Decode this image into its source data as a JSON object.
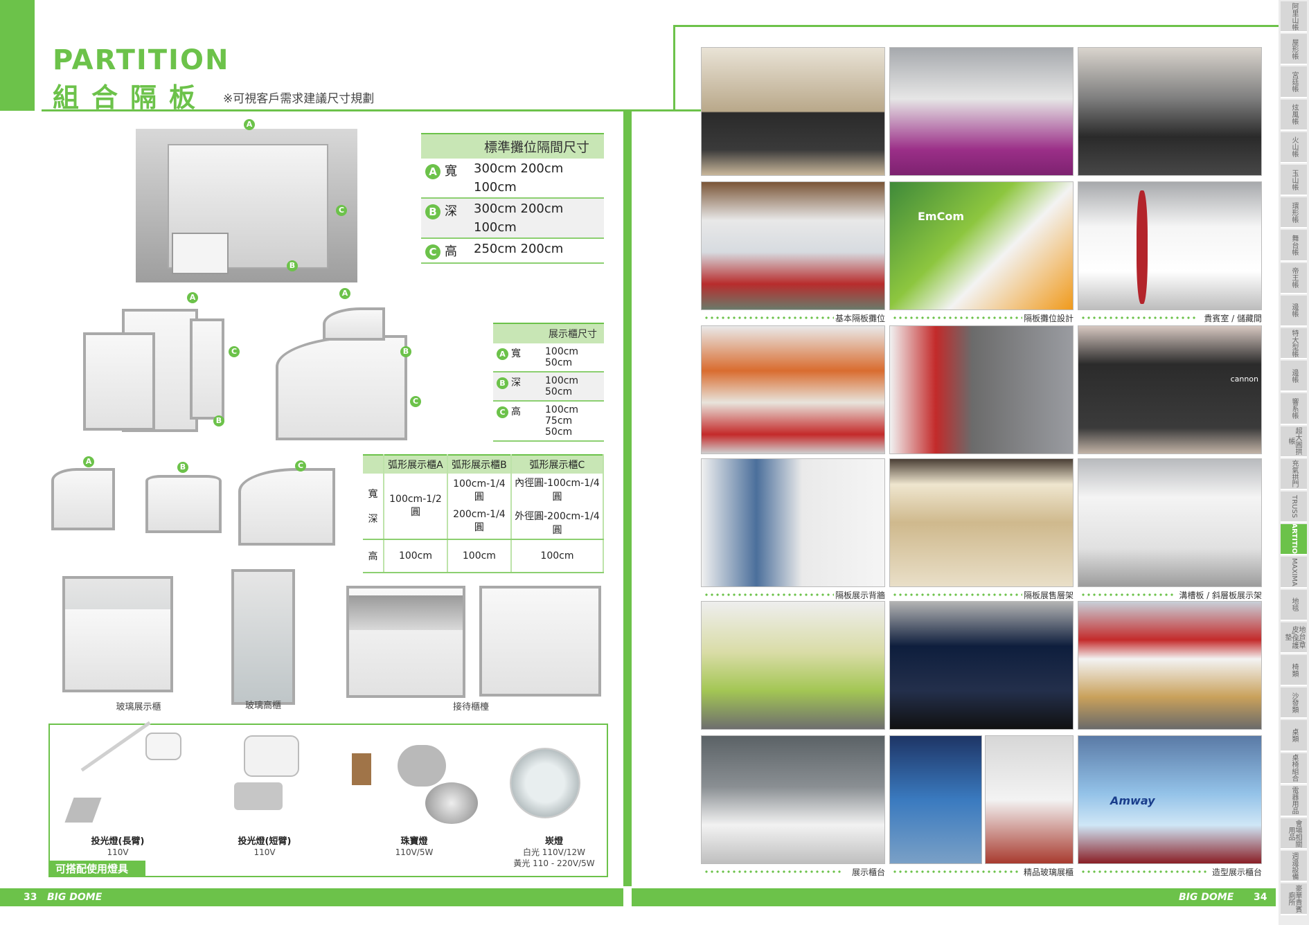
{
  "left_page": {
    "title_en": "PARTITION",
    "title_zh": "組合隔板",
    "title_note": "※可視客戶需求建議尺寸規劃",
    "booth_markers": [
      "A",
      "B",
      "C"
    ],
    "std_table": {
      "header": "標準攤位隔間尺寸",
      "rows": [
        {
          "mark": "A",
          "key": "寬",
          "line1": "300cm  200cm",
          "line2": "100cm"
        },
        {
          "mark": "B",
          "key": "深",
          "line1": "300cm  200cm",
          "line2": "100cm"
        },
        {
          "mark": "C",
          "key": "高",
          "line1": "250cm  200cm",
          "line2": ""
        }
      ]
    },
    "display_table": {
      "header": "展示櫃尺寸",
      "rows": [
        {
          "mark": "A",
          "key": "寬",
          "line1": "100cm  50cm",
          "line2": ""
        },
        {
          "mark": "B",
          "key": "深",
          "line1": "100cm  50cm",
          "line2": ""
        },
        {
          "mark": "C",
          "key": "高",
          "line1": "100cm  75cm",
          "line2": "50cm"
        }
      ]
    },
    "arc_table": {
      "headers": [
        "",
        "弧形展示櫃A",
        "弧形展示櫃B",
        "弧形展示櫃C"
      ],
      "key_wd": "寬",
      "key_d": "深",
      "key_h": "高",
      "a_wd": "100cm-1/2圓",
      "b_w": "100cm-1/4圓",
      "b_d": "200cm-1/4圓",
      "c_w": "內徑圓-100cm-1/4圓",
      "c_d": "外徑圓-200cm-1/4圓",
      "a_h": "100cm",
      "b_h": "100cm",
      "c_h": "100cm"
    },
    "products": {
      "glass_display": "玻璃展示櫃",
      "glass_tall": "玻璃高櫃",
      "reception": "接待櫃檯"
    },
    "lights_tag": "可搭配使用燈具",
    "lights": [
      {
        "name": "投光燈(長臂)",
        "spec1": "110V",
        "spec2": ""
      },
      {
        "name": "投光燈(短臂)",
        "spec1": "110V",
        "spec2": ""
      },
      {
        "name": "珠寶燈",
        "spec1": "110V/5W",
        "spec2": ""
      },
      {
        "name": "崁燈",
        "spec1": "白光 110V/12W",
        "spec2": "黃光 110 - 220V/5W"
      }
    ],
    "page_num": "33",
    "brand": "BIG DOME"
  },
  "right_page": {
    "captions": {
      "row2_col1": "基本隔板攤位",
      "row2_col2": "隔板攤位設計",
      "row2_col3": "貴賓室 / 儲藏間",
      "row4_col1": "隔板展示背牆",
      "row4_col2": "隔板展售層架",
      "row4_col3": "溝槽板 / 斜層板展示架",
      "row6_col1": "展示櫃台",
      "row6_col2": "精品玻璃展櫃",
      "row6_col3": "造型展示櫃台"
    },
    "photo_texts": {
      "emcom": "EmCom",
      "cannon": "cannon",
      "amway": "Amway"
    },
    "page_num": "34",
    "brand": "BIG DOME"
  },
  "sidebar_tabs": [
    "阿里山帳",
    "屋形帳",
    "宮廷帳",
    "炫風帳",
    "火山帳",
    "玉山帳",
    "環形帳",
    "舞台帳",
    "帝王帳",
    "邊帳",
    "特大型帳",
    "邊帳",
    "響系帳",
    "超大圓拱帳",
    "充氣拱門",
    "TRUSS",
    "PARTITION",
    "MAXIMA",
    "地毯",
    "地台/草皮/保護墊",
    "椅類",
    "沙發類",
    "桌類",
    "桌椅組合",
    "電器用品",
    "會場相關用品",
    "週邊設備",
    "豪華貴賓廁所"
  ],
  "colors": {
    "accent": "#6cc24a",
    "light_green": "#c8e6b5"
  }
}
